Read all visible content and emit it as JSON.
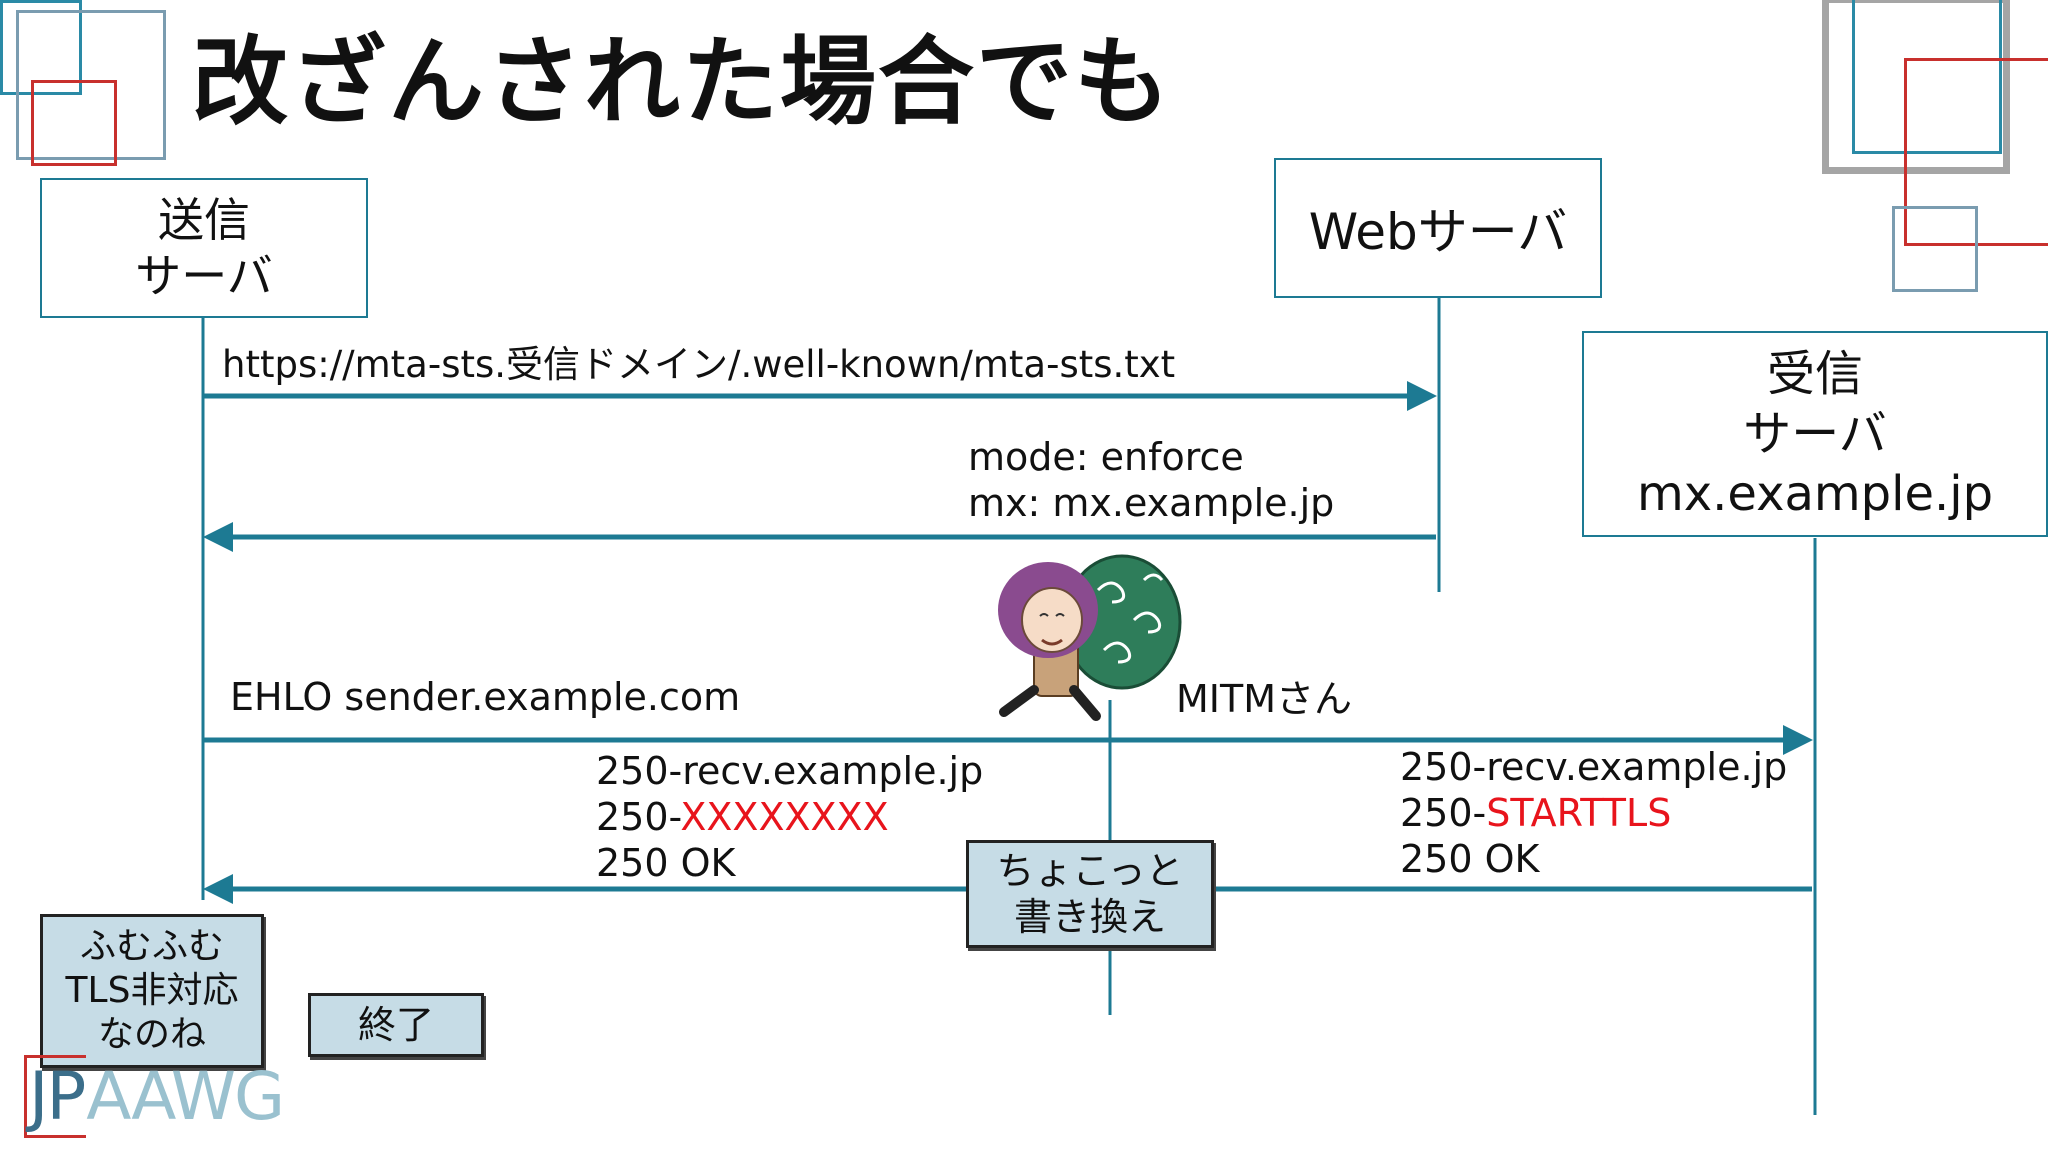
{
  "title": "改ざんされた場合でも",
  "sender": {
    "line1": "送信",
    "line2": "サーバ"
  },
  "web": {
    "label": "Webサーバ"
  },
  "receiver": {
    "line1": "受信",
    "line2": "サーバ",
    "line3": "mx.example.jp"
  },
  "messages": {
    "policy_url": "https://mta-sts.受信ドメイン/.well-known/mta-sts.txt",
    "policy_mode": "mode: enforce",
    "policy_mx": "mx: mx.example.jp",
    "ehlo": "EHLO sender.example.com",
    "mitm_label": "MITMさん",
    "left_resp1": "250-recv.example.jp",
    "left_resp2_prefix": "250-",
    "left_resp2_red": "XXXXXXXX",
    "left_resp3": "250 OK",
    "right_resp1": "250-recv.example.jp",
    "right_resp2_prefix": "250-",
    "right_resp2_red": "STARTTLS",
    "right_resp3": "250 OK"
  },
  "notes": {
    "tamper_line1": "ちょこっと",
    "tamper_line2": "書き換え",
    "thought_line1": "ふむふむ",
    "thought_line2": "TLS非対応",
    "thought_line3": "なのね",
    "end": "終了"
  },
  "logo": {
    "jp": "JP",
    "rest": "AAWG"
  },
  "colors": {
    "line": "#1d7a93",
    "red": "#e8141c",
    "note_bg": "#c6dce6",
    "logo": "#9ac1cf"
  }
}
